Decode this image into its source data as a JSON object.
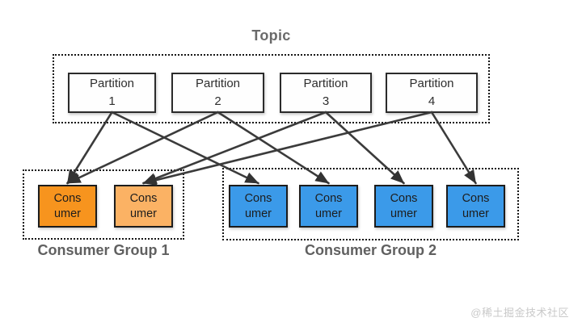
{
  "topic": {
    "label": "Topic",
    "partitions": [
      {
        "name": "Partition",
        "number": "1"
      },
      {
        "name": "Partition",
        "number": "2"
      },
      {
        "name": "Partition",
        "number": "3"
      },
      {
        "name": "Partition",
        "number": "4"
      }
    ]
  },
  "groups": [
    {
      "label": "Consumer Group 1",
      "consumers": [
        {
          "line1": "Cons",
          "line2": "umer",
          "color": "#f7941e"
        },
        {
          "line1": "Cons",
          "line2": "umer",
          "color": "#fbb264"
        }
      ]
    },
    {
      "label": "Consumer Group 2",
      "consumers": [
        {
          "line1": "Cons",
          "line2": "umer",
          "color": "#3b9ae9"
        },
        {
          "line1": "Cons",
          "line2": "umer",
          "color": "#3b9ae9"
        },
        {
          "line1": "Cons",
          "line2": "umer",
          "color": "#3b9ae9"
        },
        {
          "line1": "Cons",
          "line2": "umer",
          "color": "#3b9ae9"
        }
      ]
    }
  ],
  "connections": [
    {
      "from": "partition-1",
      "to": "g1-c1"
    },
    {
      "from": "partition-2",
      "to": "g1-c1"
    },
    {
      "from": "partition-3",
      "to": "g1-c2"
    },
    {
      "from": "partition-4",
      "to": "g1-c2"
    },
    {
      "from": "partition-1",
      "to": "g2-c1"
    },
    {
      "from": "partition-2",
      "to": "g2-c2"
    },
    {
      "from": "partition-3",
      "to": "g2-c3"
    },
    {
      "from": "partition-4",
      "to": "g2-c4"
    }
  ],
  "colors": {
    "arrow": "#3b3b3b",
    "arrowhead": "#333333",
    "box_border": "#1c1c1c",
    "label_gray": "#606060",
    "watermark_gray": "#c9c9c9"
  },
  "watermark": "@稀土掘金技术社区"
}
